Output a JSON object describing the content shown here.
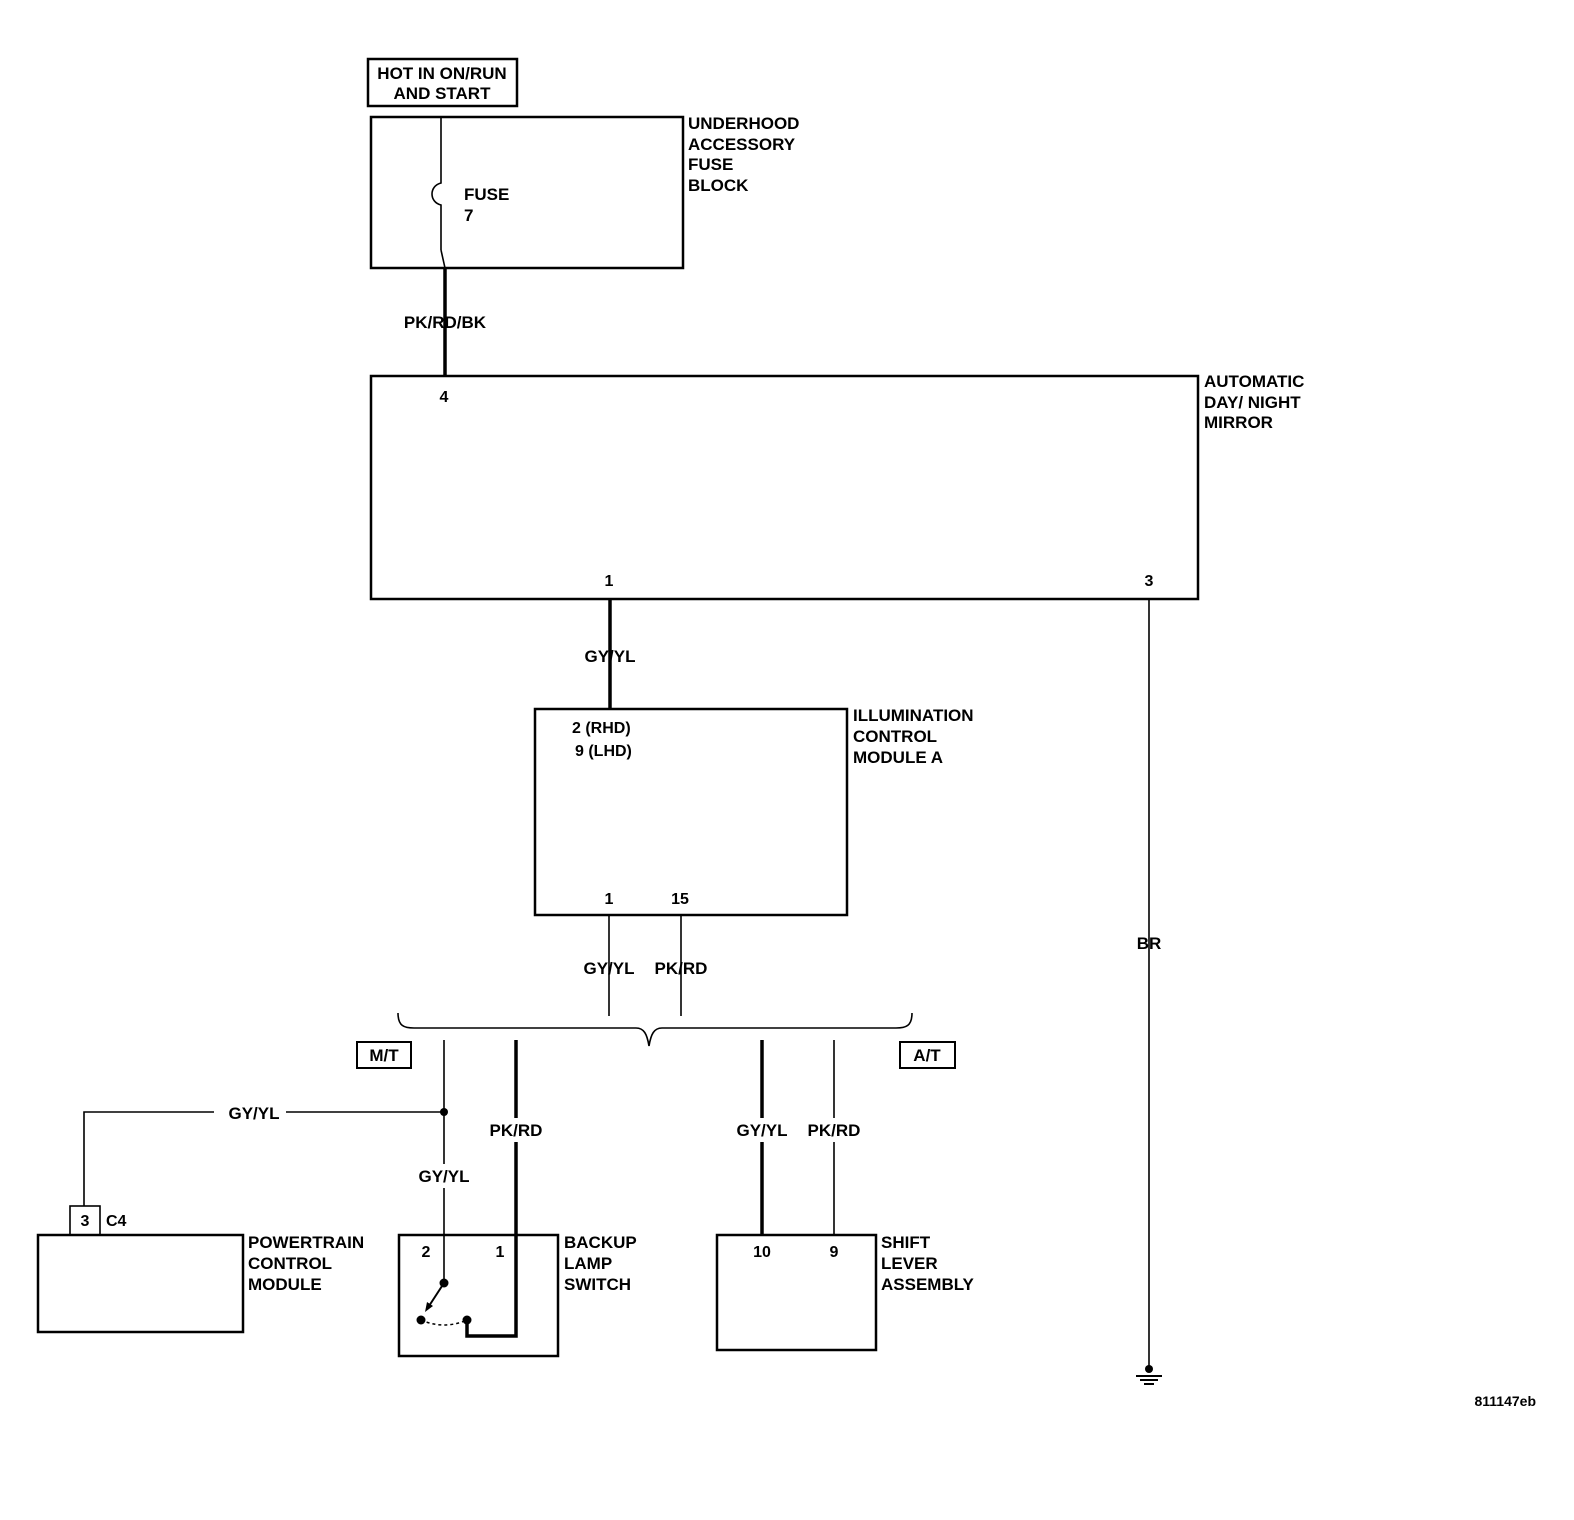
{
  "power_source": {
    "line1": "HOT IN ON/RUN",
    "line2": "AND START"
  },
  "fuse_block": {
    "name_lines": [
      "UNDERHOOD",
      "ACCESSORY",
      "FUSE",
      "BLOCK"
    ],
    "fuse_label": "FUSE",
    "fuse_number": "7"
  },
  "mirror": {
    "name_lines": [
      "AUTOMATIC",
      "DAY/ NIGHT",
      "MIRROR"
    ],
    "pins": {
      "power": "4",
      "signal": "1",
      "ground": "3"
    }
  },
  "illumination_module": {
    "name_lines": [
      "ILLUMINATION",
      "CONTROL",
      "MODULE A"
    ],
    "pin_rhd": "2 (RHD)",
    "pin_lhd": "9 (LHD)",
    "pins": {
      "left": "1",
      "right": "15"
    }
  },
  "wires": {
    "fuse_to_mirror": "PK/RD/BK",
    "mirror_to_module": "GY/YL",
    "ground_wire": "BR",
    "module_out_1": "GY/YL",
    "module_out_2": "PK/RD",
    "pcm_feed": "GY/YL",
    "mt_gy": "GY/YL",
    "mt_pk": "PK/RD",
    "at_gy": "GY/YL",
    "at_pk": "PK/RD"
  },
  "variants": {
    "manual": "M/T",
    "automatic": "A/T"
  },
  "pcm": {
    "name_lines": [
      "POWERTRAIN",
      "CONTROL",
      "MODULE"
    ],
    "pin": "3",
    "connector": "C4"
  },
  "backup_switch": {
    "name_lines": [
      "BACKUP",
      "LAMP",
      "SWITCH"
    ],
    "pins": {
      "left": "2",
      "right": "1"
    }
  },
  "shift_lever": {
    "name_lines": [
      "SHIFT",
      "LEVER",
      "ASSEMBLY"
    ],
    "pins": {
      "left": "10",
      "right": "9"
    }
  },
  "figure_id": "811147eb"
}
